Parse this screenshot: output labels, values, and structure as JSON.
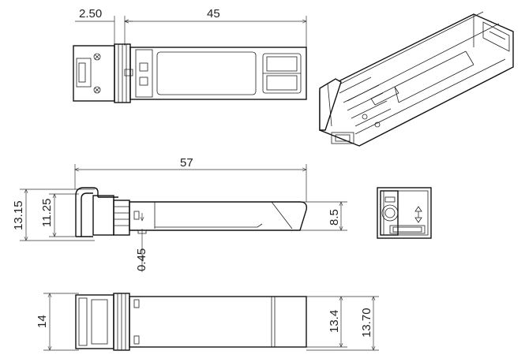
{
  "dimensions": {
    "top_offset": "2.50",
    "top_length": "45",
    "side_length": "57",
    "side_height_outer": "13.15",
    "side_height_inner": "11.25",
    "side_tab": "0.45",
    "side_rear": "8.5",
    "bottom_height": "14",
    "bottom_right_inner": "13.4",
    "bottom_right_outer": "13.70"
  }
}
